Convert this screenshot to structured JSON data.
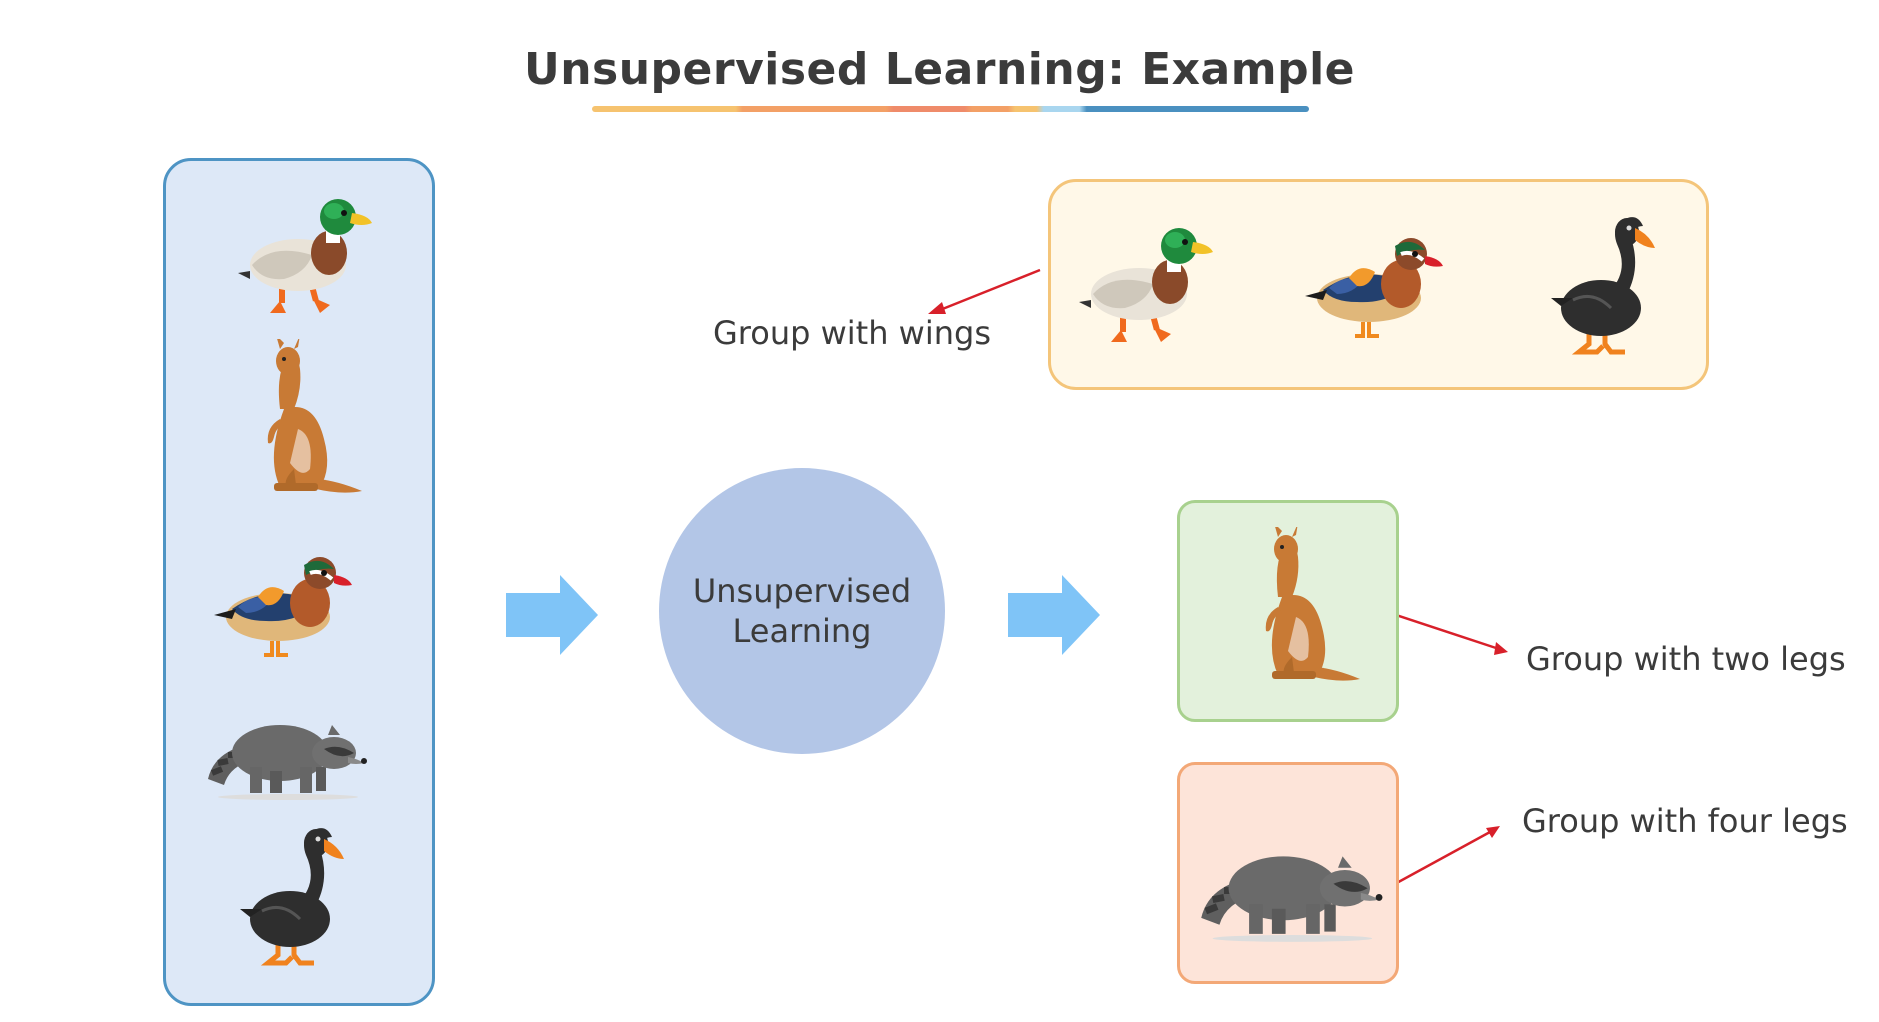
{
  "title": "Unsupervised Learning: Example",
  "center": {
    "line1": "Unsupervised",
    "line2": "Learning"
  },
  "groups": {
    "wings": "Group with wings",
    "two_legs": "Group with two legs",
    "four_legs": "Group with four legs"
  },
  "input_animals": [
    "mallard-duck-icon",
    "kangaroo-icon",
    "mandarin-duck-icon",
    "raccoon-icon",
    "black-swan-icon"
  ],
  "colors": {
    "input_box": "#dde8f7",
    "wings_box": "#fff8e8",
    "two_legs_box": "#e3f1dc",
    "four_legs_box": "#fde4d9",
    "circle": "#b3c6e7",
    "arrow": "#7fc4f7",
    "pointer": "#d8202a"
  }
}
